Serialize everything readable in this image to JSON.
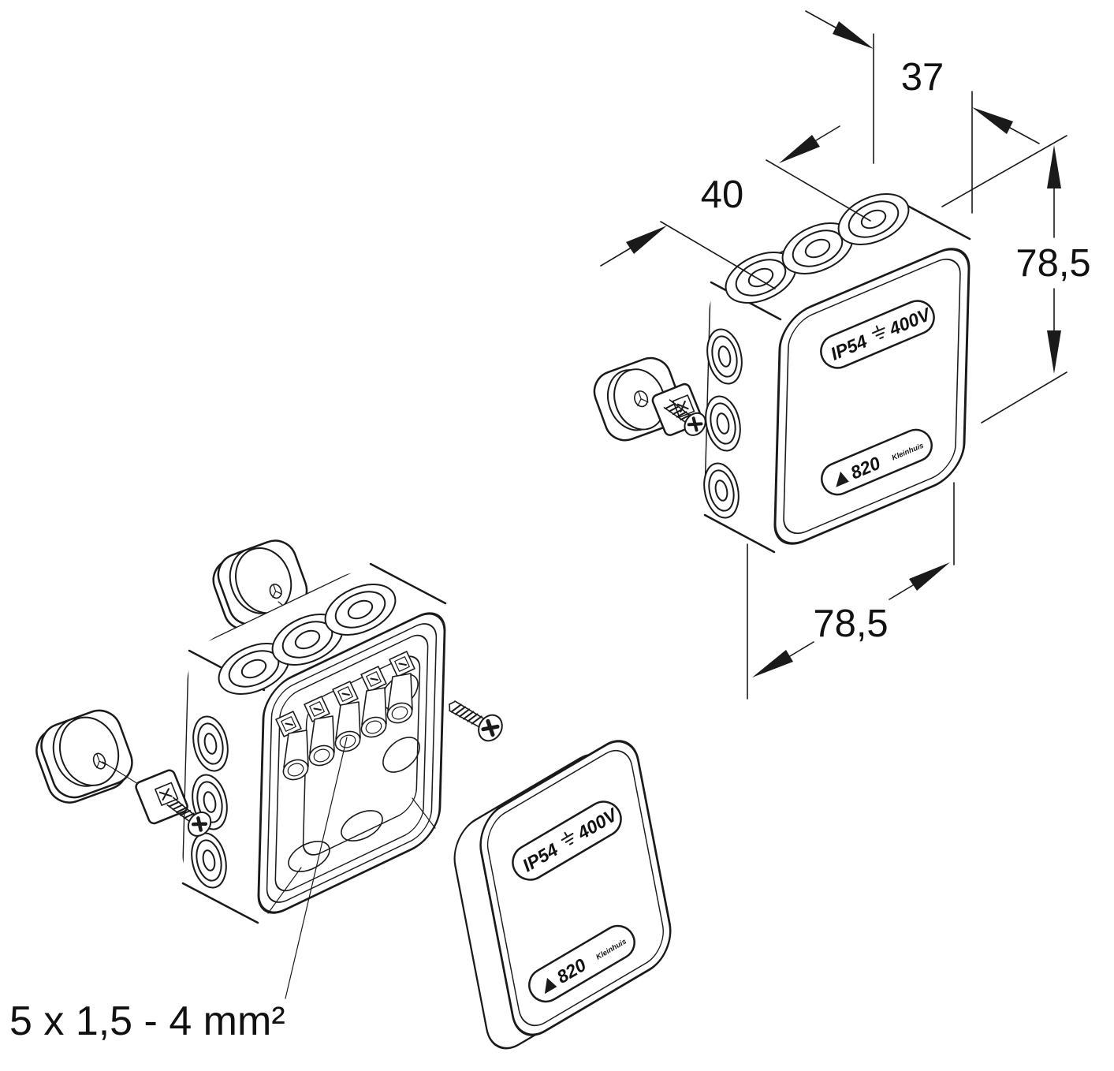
{
  "page": {
    "background": "#ffffff",
    "line_color": "#1a1a1a"
  },
  "dimensions": {
    "lid_depth": "37",
    "body_depth": "40",
    "height": "78,5",
    "width": "78,5"
  },
  "callouts": {
    "wire_spec": "5 x 1,5 - 4 mm²"
  },
  "product_label": {
    "ip_rating": "IP54",
    "voltage": "400V",
    "model": "820",
    "brand": "Kleinhuis",
    "earth_icon": "earth-ground-icon",
    "logo_icon": "brand-triangle-icon"
  }
}
